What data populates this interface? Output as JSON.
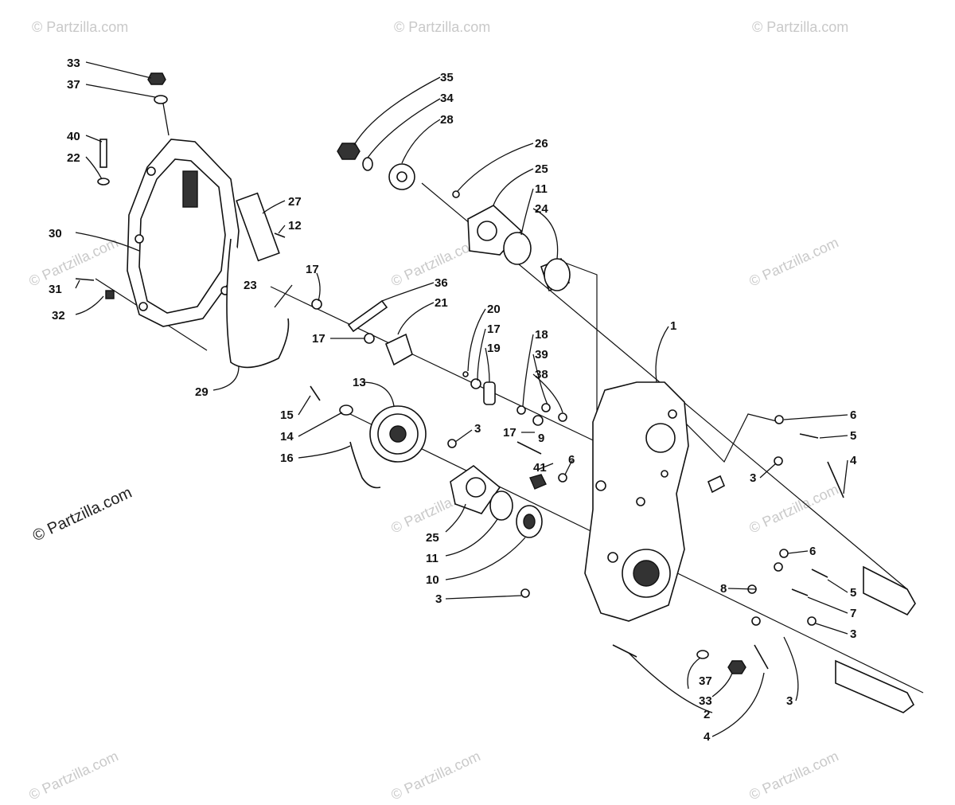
{
  "watermark": {
    "text": "© Partzilla.com",
    "main_text": "© Partzilla.com"
  },
  "callouts": {
    "c1": "1",
    "c2": "2",
    "c3a": "3",
    "c3b": "3",
    "c3c": "3",
    "c3d": "3",
    "c3e": "3",
    "c4a": "4",
    "c4b": "4",
    "c5a": "5",
    "c5b": "5",
    "c6a": "6",
    "c6b": "6",
    "c6c": "6",
    "c7": "7",
    "c8": "8",
    "c9": "9",
    "c10": "10",
    "c11a": "11",
    "c11b": "11",
    "c12": "12",
    "c13": "13",
    "c14": "14",
    "c15": "15",
    "c16": "16",
    "c17a": "17",
    "c17b": "17",
    "c17c": "17",
    "c17d": "17",
    "c18": "18",
    "c19": "19",
    "c20": "20",
    "c21": "21",
    "c22": "22",
    "c23": "23",
    "c24": "24",
    "c25a": "25",
    "c25b": "25",
    "c26": "26",
    "c27": "27",
    "c28": "28",
    "c29": "29",
    "c30": "30",
    "c31": "31",
    "c32": "32",
    "c33a": "33",
    "c33b": "33",
    "c34": "34",
    "c35": "35",
    "c36": "36",
    "c37a": "37",
    "c37b": "37",
    "c38": "38",
    "c39": "39",
    "c40": "40",
    "c41": "41"
  }
}
